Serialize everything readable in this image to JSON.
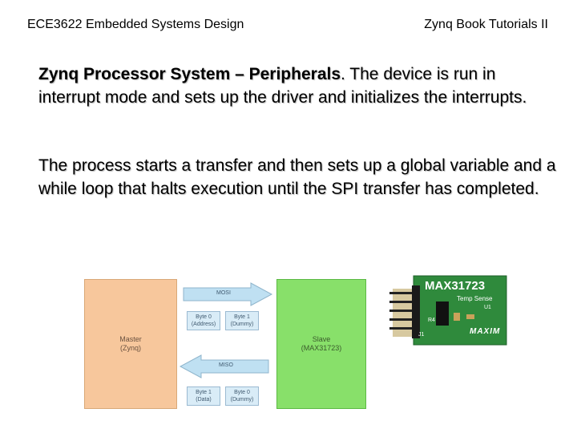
{
  "header": {
    "left": "ECE3622 Embedded Systems Design",
    "right": "Zynq Book Tutorials II"
  },
  "body": {
    "p1_bold": "Zynq Processor System – Peripherals",
    "p1_rest": ". The device is run in interrupt mode and sets up the driver and initializes the interrupts.",
    "p2": "The process starts a transfer and then sets up a global variable and a while loop that halts execution until the SPI transfer has completed."
  },
  "diagram": {
    "master": "Master\n(Zynq)",
    "slave": "Slave\n(MAX31723)",
    "mosi": "MOSI",
    "miso": "MISO",
    "mosi_byte0": "Byte 0\n(Address)",
    "mosi_byte1": "Byte 1\n(Dummy)",
    "miso_byte1": "Byte 1\n(Data)",
    "miso_byte0": "Byte 0\n(Dummy)"
  },
  "board": {
    "title": "MAX31723",
    "subtitle": "Temp Sense",
    "brand": "MAXIM",
    "j1": "J1",
    "u1": "U1",
    "r4": "R4"
  },
  "colors": {
    "master": "#f7c79c",
    "slave": "#88e06a",
    "arrow": "#bfe0f2",
    "board": "#2f8a3c"
  }
}
